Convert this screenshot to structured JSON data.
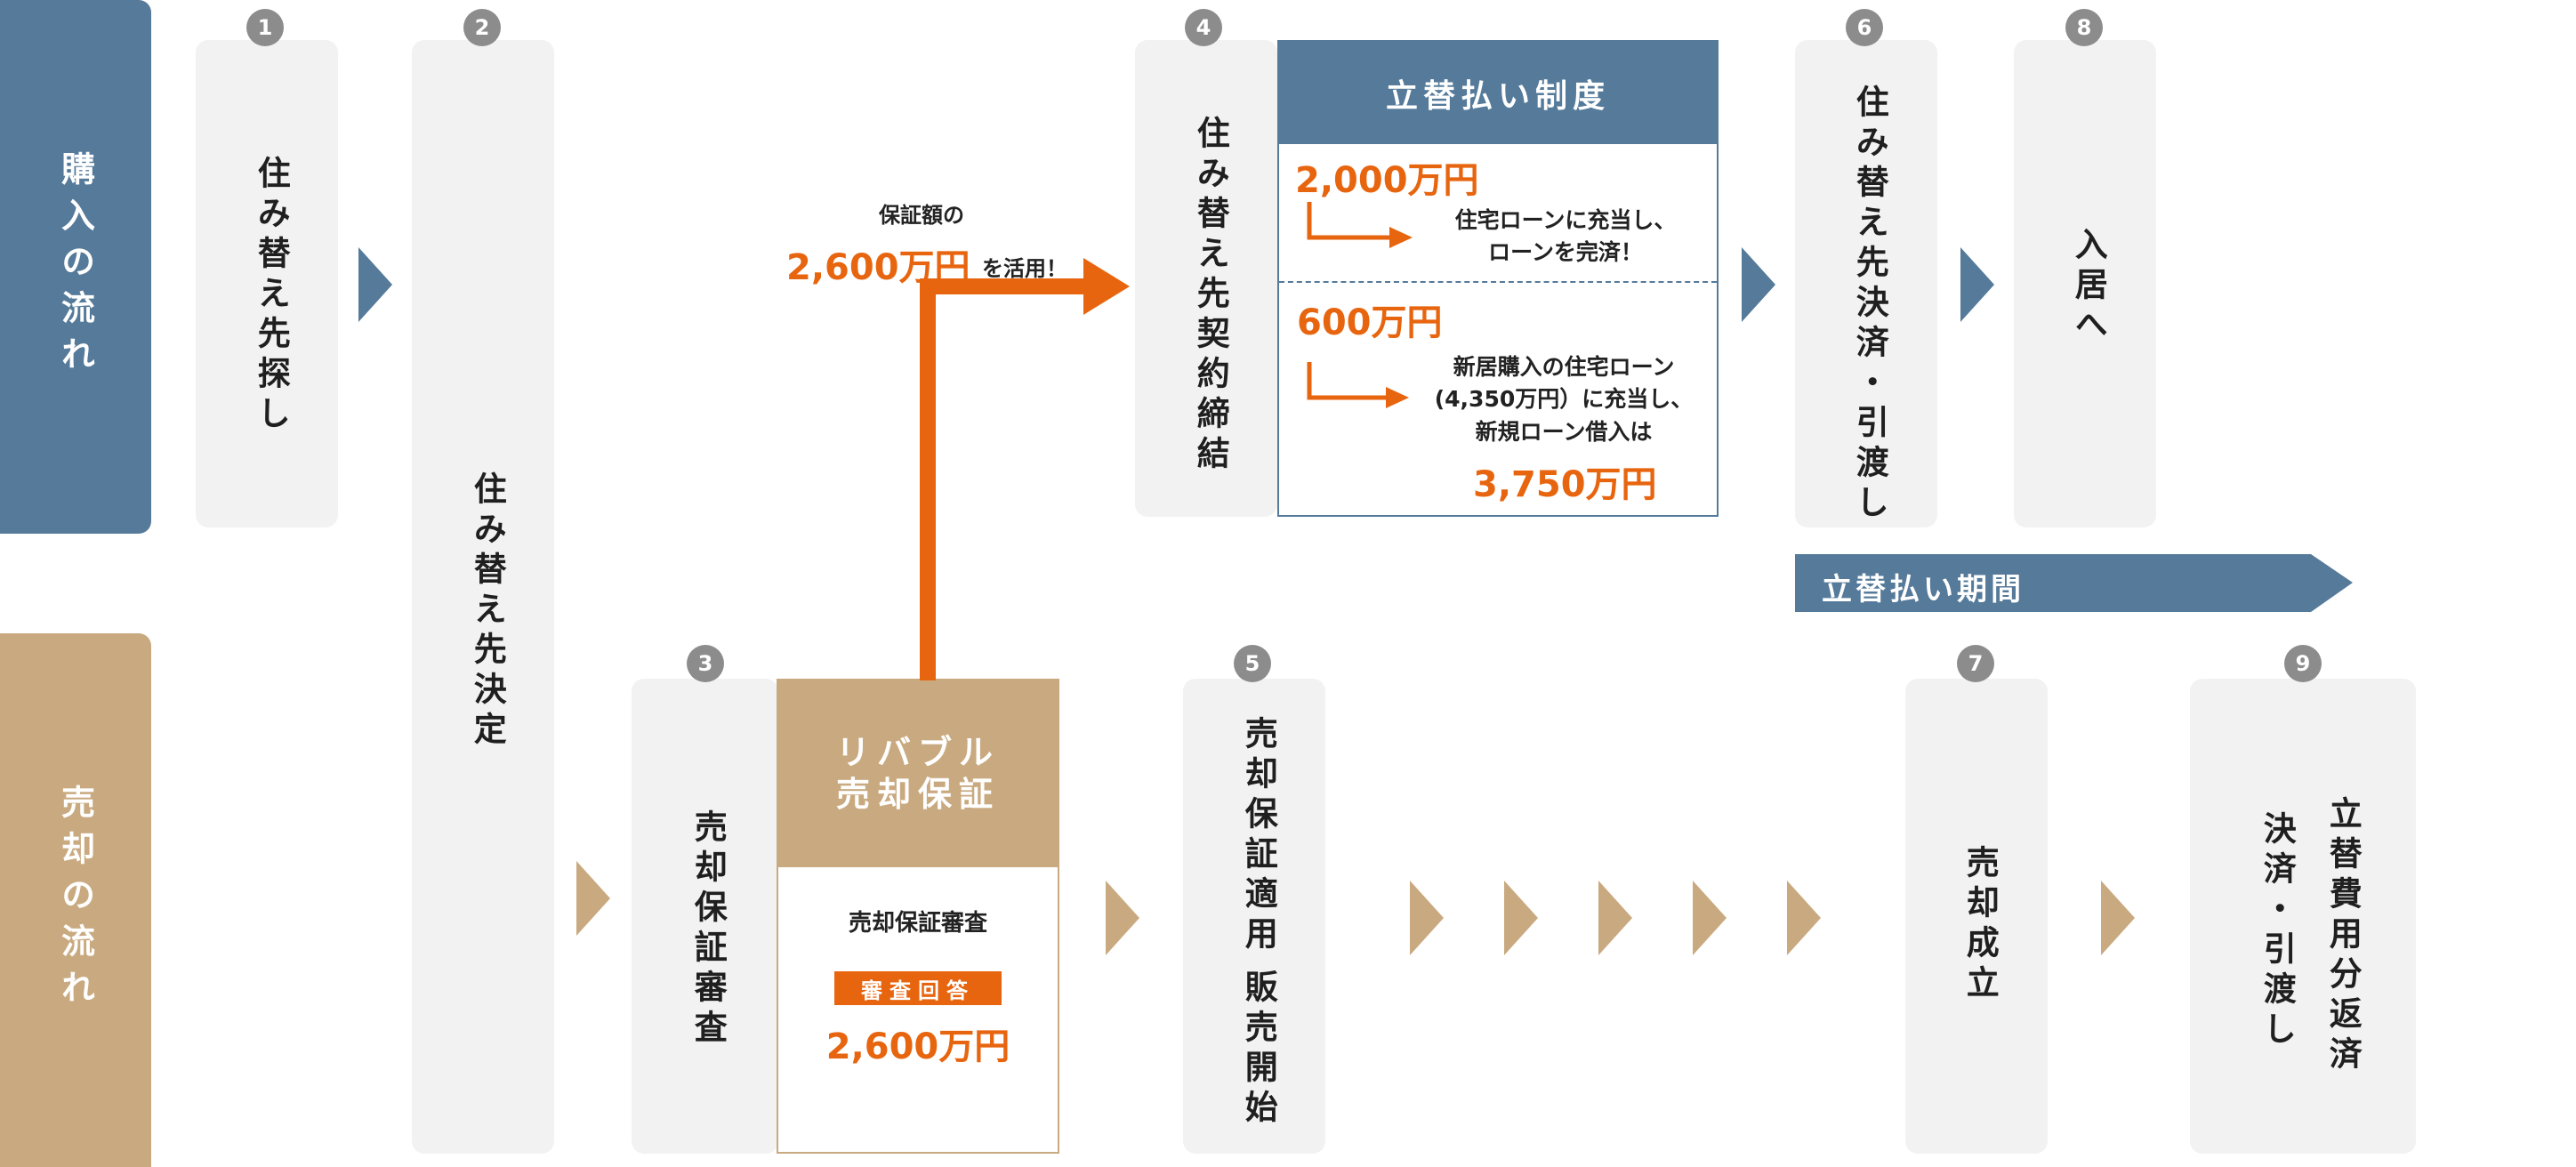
{
  "rows": {
    "purchase_label": "購入の流れ",
    "sale_label": "売却の流れ"
  },
  "steps": [
    {
      "num": "1",
      "text": "住み替え先探し"
    },
    {
      "num": "2",
      "text": "住み替え先決定"
    },
    {
      "num": "3",
      "text": "売却保証審査"
    },
    {
      "num": "4",
      "text": "住み替え先契約締結"
    },
    {
      "num": "5",
      "text_col1": "売却保証適用",
      "text_col2": "販売開始"
    },
    {
      "num": "6",
      "text": "住み替え先決済・引渡し"
    },
    {
      "num": "7",
      "text": "売却成立"
    },
    {
      "num": "8",
      "text": "入居へ"
    },
    {
      "num": "9",
      "text_col1": "立替費用分返済",
      "text_col2": "決済・引渡し"
    }
  ],
  "guarantee": {
    "header_line1": "リバブル",
    "header_line2": "売却保証",
    "title": "売却保証審査",
    "result_label": "審査回答",
    "result_amount": "2,600万円"
  },
  "flow_note": {
    "line1": "保証額の",
    "amount": "2,600万円",
    "suffix": "を活用！"
  },
  "advance": {
    "title": "立替払い制度",
    "amount1": "2,000万円",
    "note1_line1": "住宅ローンに充当し、",
    "note1_line2": "ローンを完済！",
    "amount2": "600万円",
    "note2_line1": "新居購入の住宅ローン",
    "note2_line2": "(4,350万円）に充当し、",
    "note2_line3": "新規ローン借入は",
    "amount3": "3,750万円"
  },
  "period_label": "立替払い期間",
  "colors": {
    "purchase_band": "#557a9a",
    "sale_band": "#c9aa80",
    "orange": "#e8650f",
    "card_bg": "#f1f2f1",
    "badge": "#8c8c8c"
  }
}
